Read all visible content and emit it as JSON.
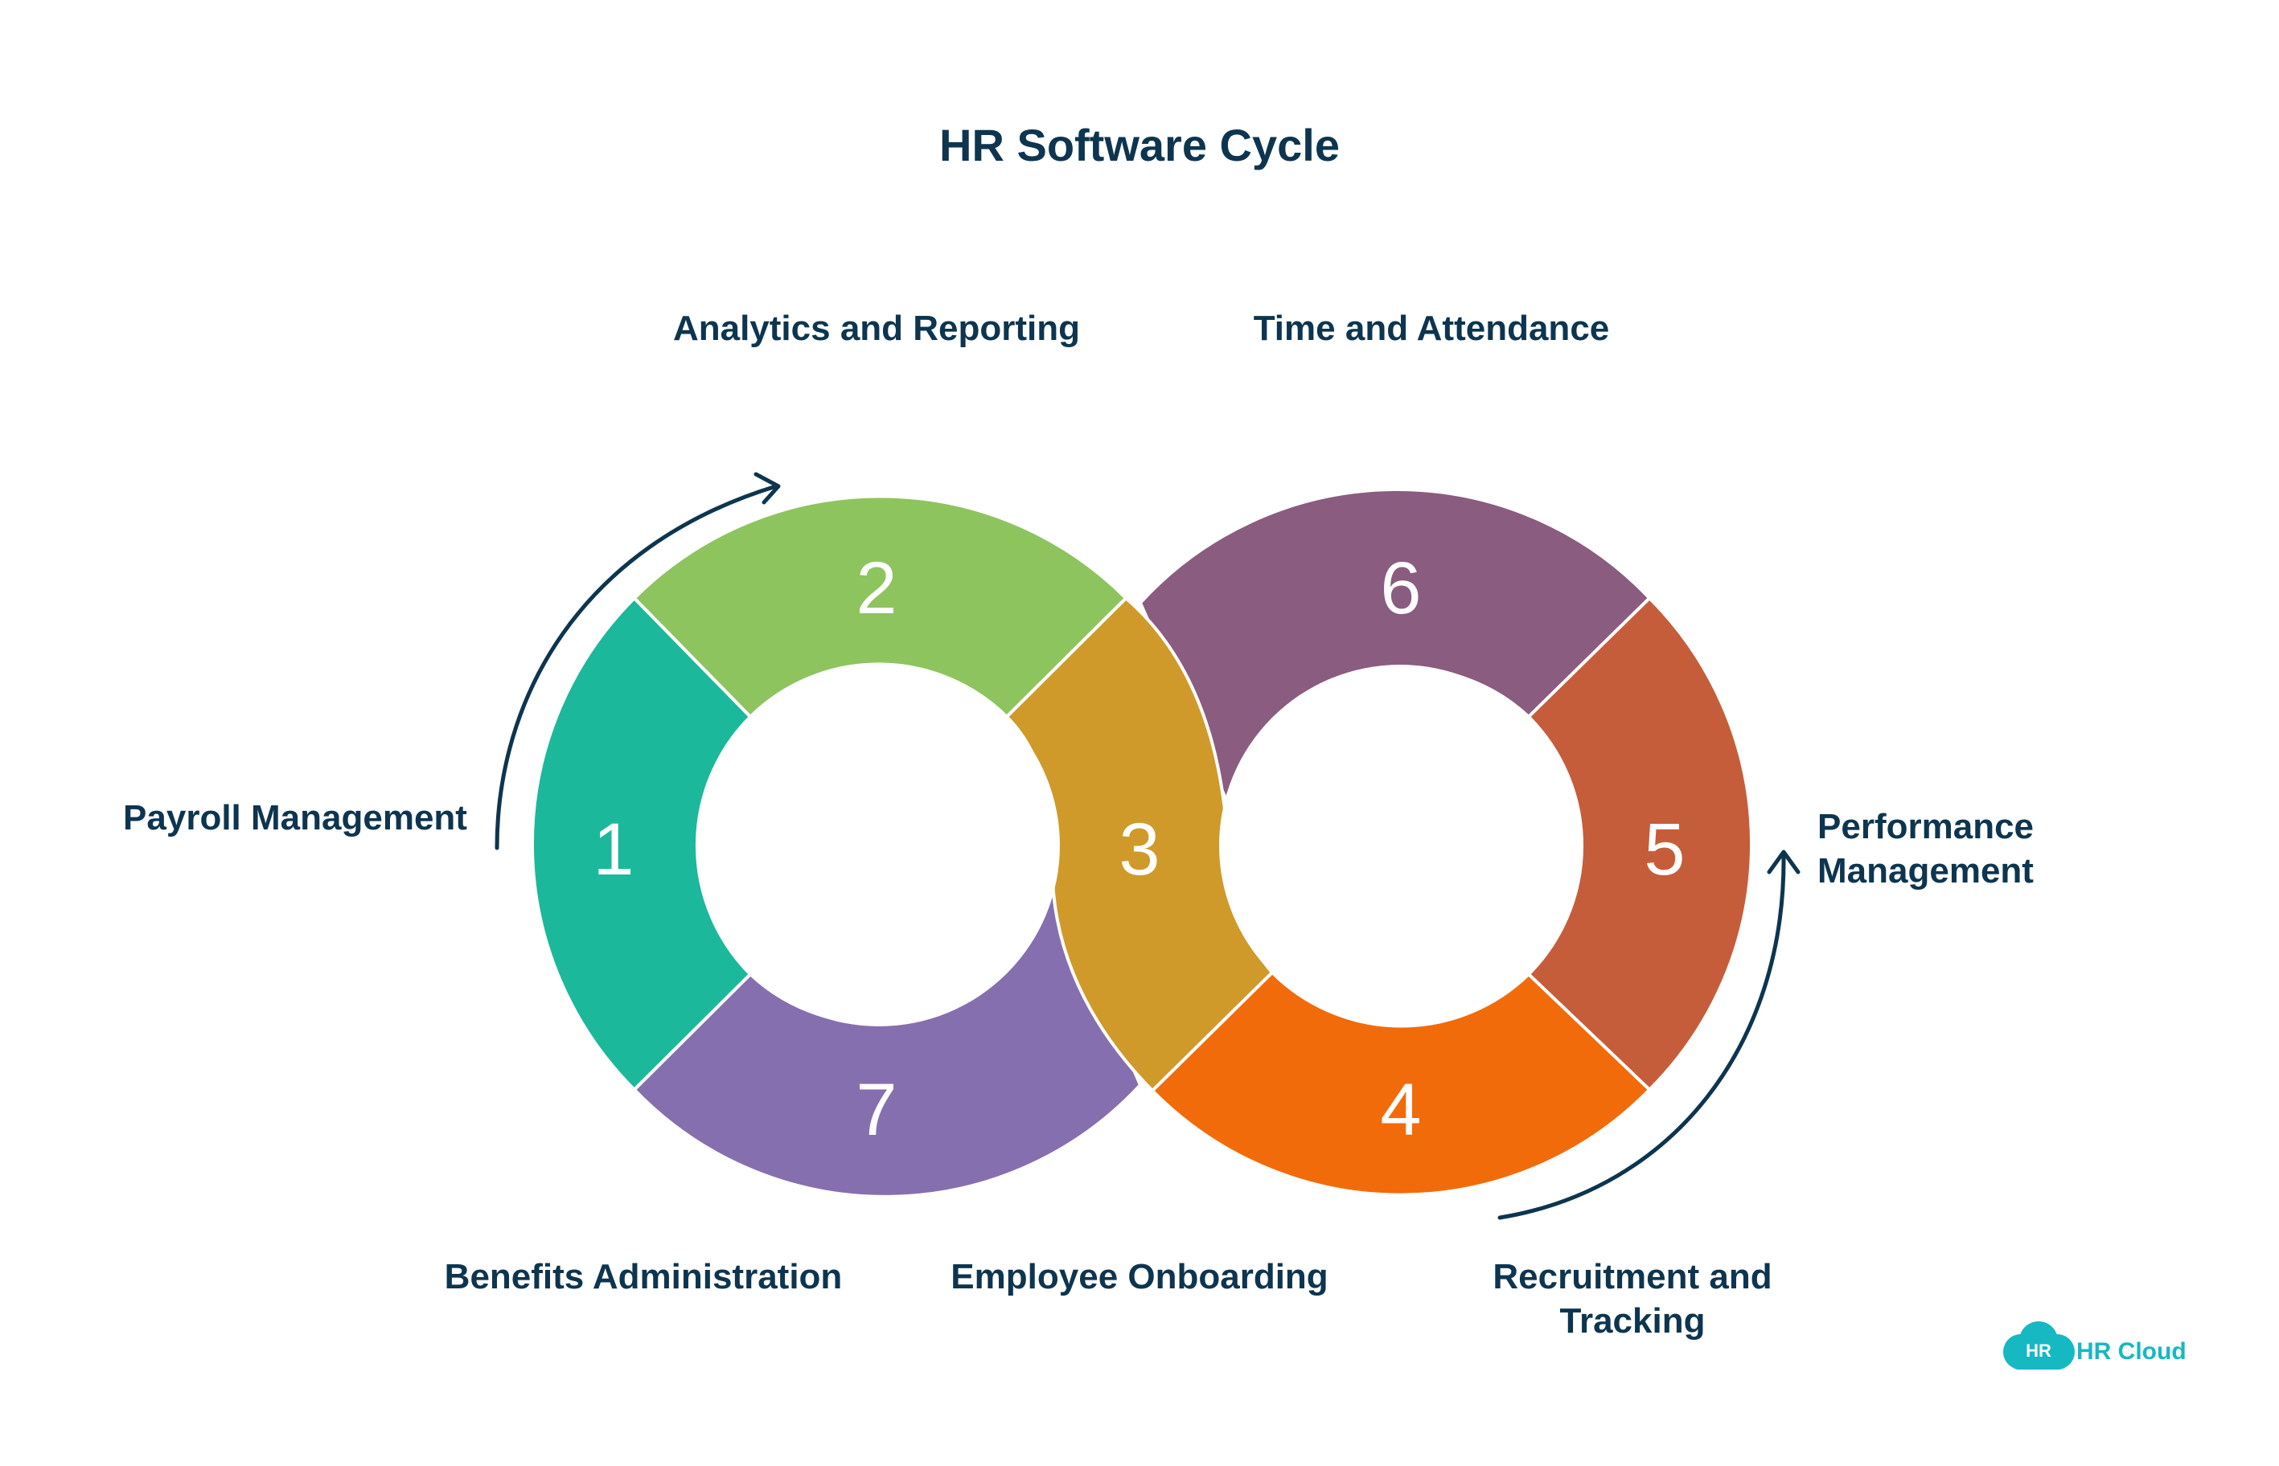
{
  "title": "HR Software Cycle",
  "steps": [
    {
      "number": "1",
      "label": "Payroll Management",
      "color": "#1cb89c"
    },
    {
      "number": "2",
      "label": "Analytics and Reporting",
      "color": "#8ec45e"
    },
    {
      "number": "3",
      "label": "Employee Onboarding",
      "color": "#cf9a2a"
    },
    {
      "number": "4",
      "label": "Recruitment and Tracking",
      "color": "#f26b0a"
    },
    {
      "number": "5",
      "label": "Performance Management",
      "color": "#c65d3a"
    },
    {
      "number": "6",
      "label": "Time and Attendance",
      "color": "#8a5c7f"
    },
    {
      "number": "7",
      "label": "Benefits Administration",
      "color": "#866fae"
    }
  ],
  "label_lines": {
    "performance": [
      "Performance",
      "Management"
    ],
    "recruitment": [
      "Recruitment and",
      "Tracking"
    ]
  },
  "logo": {
    "badge": "HR",
    "text": "HR Cloud"
  },
  "colors": {
    "text": "#0d3550",
    "logo": "#16b8c2"
  }
}
